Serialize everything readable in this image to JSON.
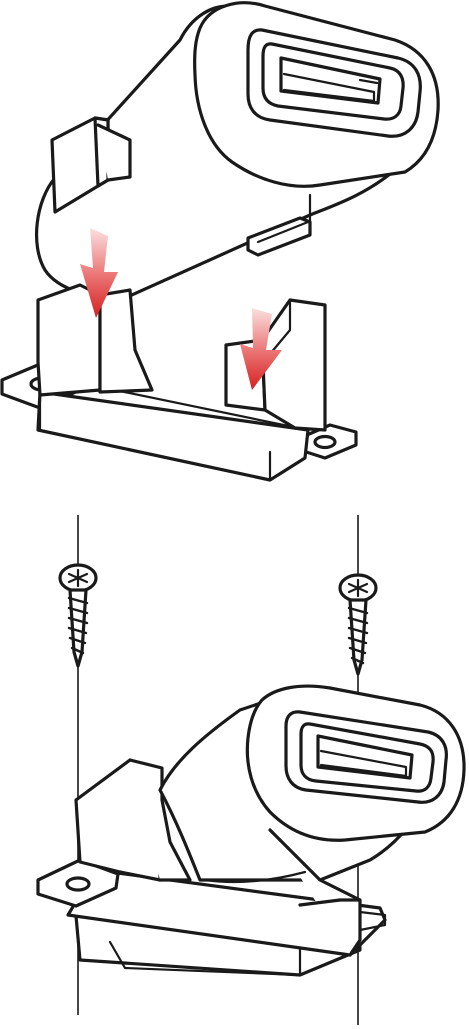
{
  "diagram": {
    "kind": "assembly-instruction-illustration",
    "colors": {
      "line": "#1a1a1a",
      "background": "#ffffff",
      "arrow_top": "#fbe0e0",
      "arrow_bottom": "#d62020"
    },
    "arrows": [
      {
        "icon": "down-arrow-icon",
        "meaning": "insert-left-tab"
      },
      {
        "icon": "down-arrow-icon",
        "meaning": "insert-right-tab"
      }
    ],
    "screws": [
      {
        "icon": "phillips-screw-icon",
        "side": "left"
      },
      {
        "icon": "phillips-screw-icon",
        "side": "right"
      }
    ]
  }
}
